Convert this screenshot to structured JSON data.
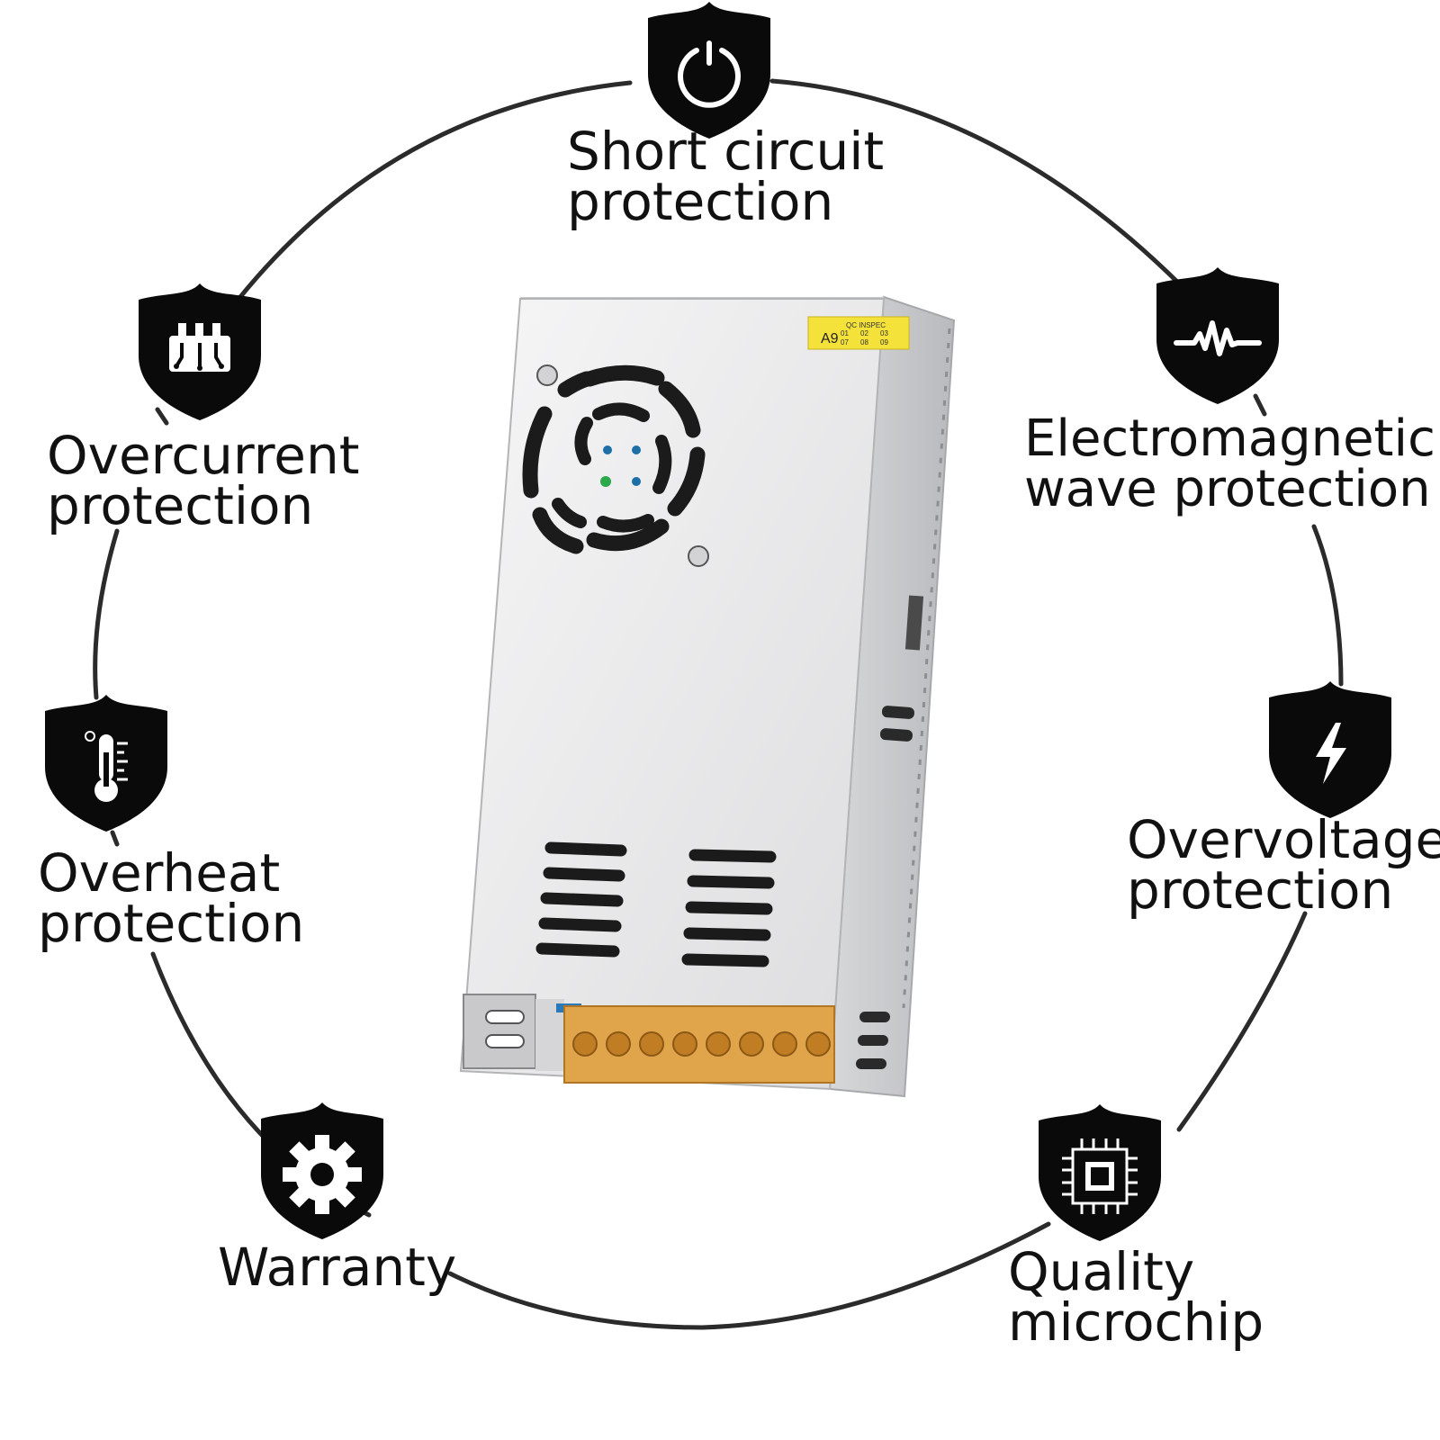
{
  "colors": {
    "badge": "#0a0a0a",
    "ring": "#2b2b2b",
    "case_body": "#e9e9ea",
    "case_side": "#c9cacc",
    "terminal": "#e0a44a",
    "sticker": "#f4e23a"
  },
  "features": [
    {
      "id": "short-circuit",
      "icon": "power-icon",
      "lines": [
        "Short circuit",
        "protection"
      ]
    },
    {
      "id": "overcurrent",
      "icon": "circuit-board-icon",
      "lines": [
        "Overcurrent",
        "protection"
      ]
    },
    {
      "id": "electromagnetic",
      "icon": "waveform-icon",
      "lines": [
        "Electromagnetic",
        "wave protection"
      ]
    },
    {
      "id": "overheat",
      "icon": "thermometer-icon",
      "lines": [
        "Overheat",
        "protection"
      ]
    },
    {
      "id": "overvoltage",
      "icon": "lightning-bolt-icon",
      "lines": [
        "Overvoltage",
        "protection"
      ]
    },
    {
      "id": "warranty",
      "icon": "gear-icon",
      "lines": [
        "Warranty"
      ]
    },
    {
      "id": "quality",
      "icon": "microchip-icon",
      "lines": [
        "Quality",
        "microchip"
      ]
    }
  ],
  "product": {
    "name": "switching-power-supply",
    "sticker": {
      "code": "A9",
      "header": "QC INSPEC",
      "cells": [
        "01",
        "02",
        "03",
        "07",
        "08",
        "09"
      ]
    }
  }
}
